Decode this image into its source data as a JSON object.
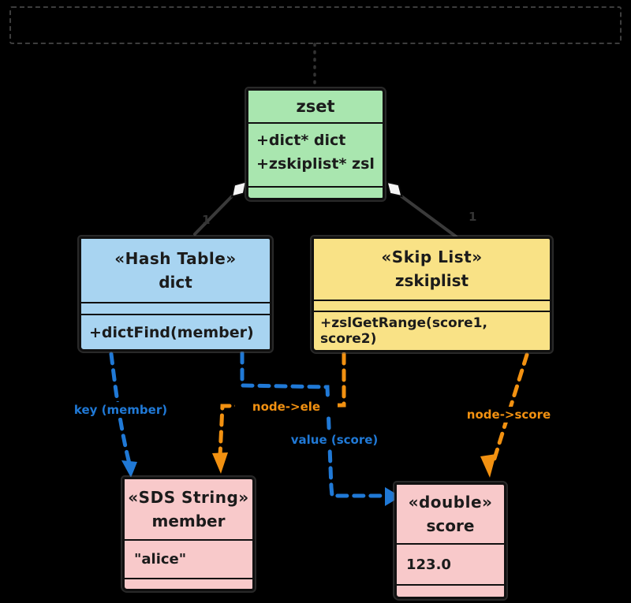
{
  "note": {
    "border_style": "dashed",
    "visible_text": ""
  },
  "classes": {
    "zset": {
      "name": "zset",
      "attributes": [
        "+dict* dict",
        "+zskiplist* zsl"
      ],
      "fill": "#a9e6af"
    },
    "dict": {
      "stereotype": "«Hash Table»",
      "name": "dict",
      "methods": [
        "+dictFind(member)"
      ],
      "fill": "#a8d4f1"
    },
    "zskiplist": {
      "stereotype": "«Skip List»",
      "name": "zskiplist",
      "methods": [
        "+zslGetRange(score1, score2)"
      ],
      "fill": "#f9e286"
    },
    "member": {
      "stereotype": "«SDS String»",
      "name": "member",
      "attributes": [
        "\"alice\""
      ],
      "fill": "#f8c9ca"
    },
    "score": {
      "stereotype": "«double»",
      "name": "score",
      "attributes": [
        "123.0"
      ],
      "fill": "#f8c9ca"
    }
  },
  "edges": {
    "zset_dict": {
      "type": "aggregation",
      "multiplicity": "1"
    },
    "zset_zskiplist": {
      "type": "aggregation",
      "multiplicity": "1"
    },
    "key_member": {
      "label": "key (member)",
      "color": "#2079d6"
    },
    "value_score": {
      "label": "value (score)",
      "color": "#2079d6"
    },
    "node_ele": {
      "label": "node->ele",
      "color": "#f29111"
    },
    "node_score": {
      "label": "node->score",
      "color": "#f29111"
    }
  },
  "colors": {
    "background": "#000000",
    "box_border": "#101010",
    "relation_line": "#3a3a3a",
    "diamond_fill": "#f5f5f5",
    "blue_arrow": "#2079d6",
    "orange_arrow": "#f29111"
  }
}
